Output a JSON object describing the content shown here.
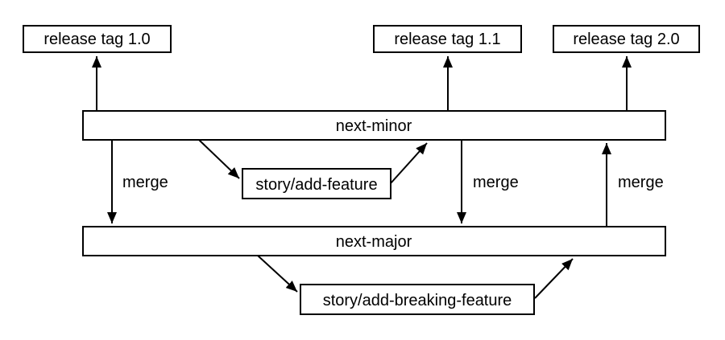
{
  "colors": {
    "stroke": "#000000",
    "node_fill": "#ffffff",
    "background": "#ffffff"
  },
  "nodes": {
    "release_tags": [
      {
        "label": "release tag 1.0"
      },
      {
        "label": "release tag 1.1"
      },
      {
        "label": "release tag 2.0"
      }
    ],
    "branches": [
      {
        "label": "next-minor"
      },
      {
        "label": "next-major"
      }
    ],
    "stories": [
      {
        "label": "story/add-feature"
      },
      {
        "label": "story/add-breaking-feature"
      }
    ]
  },
  "edge_labels": {
    "merge_left": "merge",
    "merge_middle": "merge",
    "merge_right": "merge"
  }
}
